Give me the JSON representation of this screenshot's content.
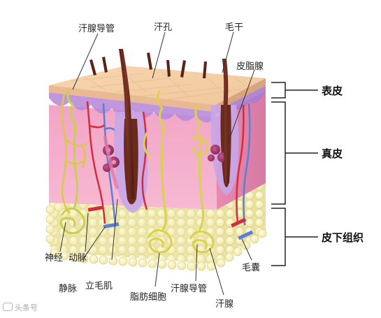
{
  "diagram": {
    "labels": {
      "sweat_duct_top": "汗腺导管",
      "sweat_pore": "汗孔",
      "hair_shaft": "毛干",
      "sebaceous_gland": "皮脂腺",
      "nerve": "神经",
      "artery": "动脉",
      "vein": "静脉",
      "arrector_pili": "立毛肌",
      "fat_cells": "脂肪细胞",
      "sweat_duct_bottom": "汗腺导管",
      "sweat_gland": "汗腺",
      "hair_follicle": "毛囊"
    },
    "layers": {
      "epidermis": "表皮",
      "dermis": "真皮",
      "subcutaneous": "皮下组织"
    },
    "watermark": "头条号"
  }
}
